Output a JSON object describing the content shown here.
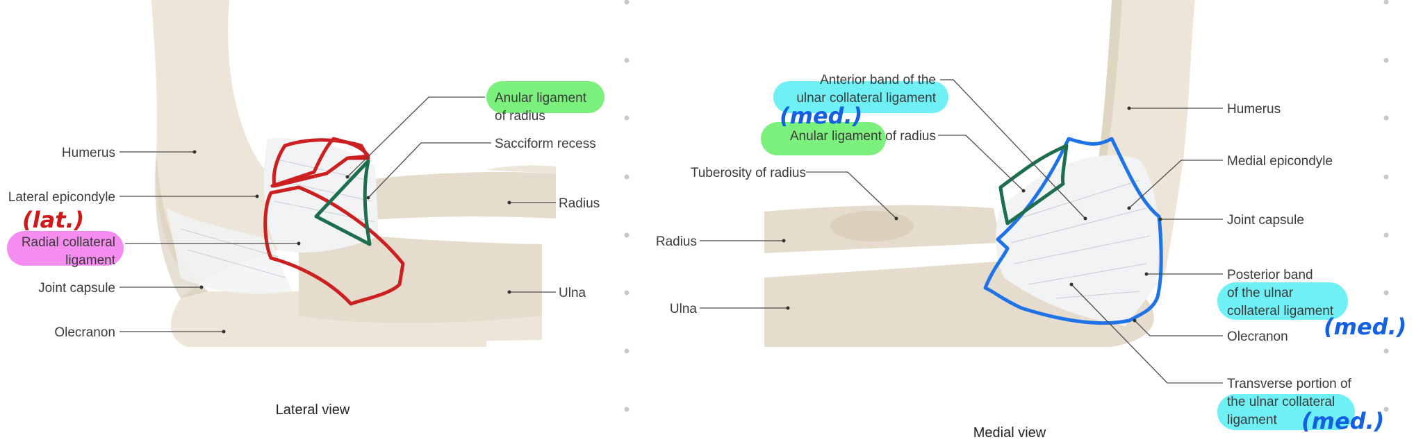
{
  "lateral": {
    "caption": "Lateral view",
    "labels": {
      "humerus": "Humerus",
      "lateral_epicondyle": "Lateral epicondyle",
      "radial_collateral_1": "Radial collateral",
      "radial_collateral_2": "ligament",
      "joint_capsule": "Joint capsule",
      "olecranon": "Olecranon",
      "anular_1": "Anular ligament",
      "anular_2": "of radius",
      "sacciform": "Sacciform recess",
      "radius": "Radius",
      "ulna": "Ulna"
    },
    "annotation": "(lat.)"
  },
  "medial": {
    "caption": "Medial view",
    "labels": {
      "anterior_band_1": "Anterior band of the",
      "anterior_band_2": "ulnar collateral ligament",
      "anular": "Anular ligament of radius",
      "tuberosity": "Tuberosity of radius",
      "radius": "Radius",
      "ulna": "Ulna",
      "humerus": "Humerus",
      "medial_epicondyle": "Medial epicondyle",
      "joint_capsule": "Joint capsule",
      "posterior_band_1": "Posterior band",
      "posterior_band_2": "of the ulnar",
      "posterior_band_3": "collateral ligament",
      "olecranon": "Olecranon",
      "transverse_1": "Transverse portion of",
      "transverse_2": "the ulnar collateral",
      "transverse_3": "ligament"
    },
    "annotations": [
      "(med.)",
      "(med.)",
      "(med.)"
    ]
  },
  "colors": {
    "red_outline": "#cc1f1f",
    "dark_green_outline": "#1d6e4c",
    "blue_outline": "#1e73e8",
    "highlight_green": "#7cf07c",
    "highlight_pink": "#f58cf0",
    "highlight_cyan": "#6ff0f5",
    "annotation_red": "#d01818",
    "annotation_blue": "#1560e0"
  }
}
